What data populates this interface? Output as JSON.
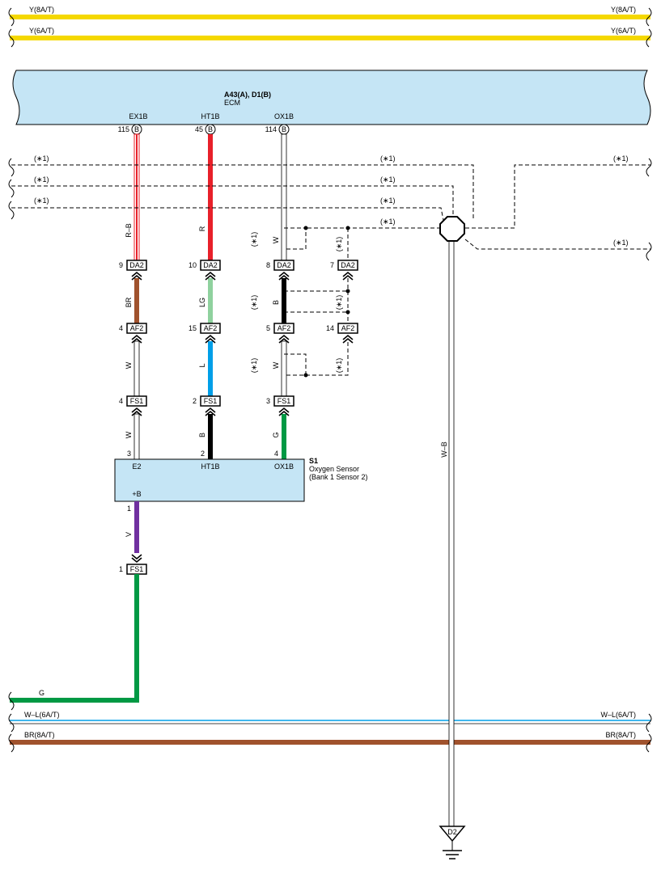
{
  "colors": {
    "yellow": "#f5d800",
    "red": "#e8202a",
    "green": "#009944",
    "blue_light": "#009fe8",
    "light_green": "#8fd19e",
    "brown": "#a0522d",
    "violet": "#7030a0",
    "component_fill": "#c5e5f5",
    "white_wire_line": "#000000",
    "black": "#000000"
  },
  "wires_top": [
    {
      "left_label": "Y(8A/T)",
      "right_label": "Y(8A/T)",
      "color": "yellow"
    },
    {
      "left_label": "Y(6A/T)",
      "right_label": "Y(6A/T)",
      "color": "yellow"
    }
  ],
  "wires_bottom": [
    {
      "left_label": "G",
      "color": "green"
    },
    {
      "left_label": "W–L(6A/T)",
      "right_label": "W–L(6A/T)",
      "color": "blue_white"
    },
    {
      "left_label": "BR(8A/T)",
      "right_label": "BR(8A/T)",
      "color": "brown"
    }
  ],
  "ecm": {
    "code": "A43(A), D1(B)",
    "name": "ECM",
    "pins": [
      {
        "signal": "EX1B",
        "number": "115",
        "conn": "B"
      },
      {
        "signal": "HT1B",
        "number": "45",
        "conn": "B"
      },
      {
        "signal": "OX1B",
        "number": "114",
        "conn": "B"
      }
    ]
  },
  "note": "(∗1)",
  "wire_colors": {
    "col1": [
      "R–B",
      "BR",
      "W",
      "W",
      "V"
    ],
    "col2": [
      "R",
      "LG",
      "L",
      "B"
    ],
    "col3": [
      "W",
      "B",
      "W",
      "G"
    ],
    "ground": "W–B"
  },
  "connectors": {
    "da2": [
      {
        "pin": "9",
        "name": "DA2"
      },
      {
        "pin": "10",
        "name": "DA2"
      },
      {
        "pin": "8",
        "name": "DA2"
      },
      {
        "pin": "7",
        "name": "DA2"
      }
    ],
    "af2": [
      {
        "pin": "4",
        "name": "AF2"
      },
      {
        "pin": "15",
        "name": "AF2"
      },
      {
        "pin": "5",
        "name": "AF2"
      },
      {
        "pin": "14",
        "name": "AF2"
      }
    ],
    "fs1": [
      {
        "pin": "4",
        "name": "FS1"
      },
      {
        "pin": "2",
        "name": "FS1"
      },
      {
        "pin": "3",
        "name": "FS1"
      }
    ],
    "fs1_bottom": {
      "pin": "1",
      "name": "FS1"
    }
  },
  "sensor": {
    "code": "S1",
    "name": "Oxygen Sensor",
    "sub": "(Bank 1 Sensor 2)",
    "pins": [
      {
        "label": "E2",
        "number": "3"
      },
      {
        "label": "HT1B",
        "number": "2"
      },
      {
        "label": "OX1B",
        "number": "4"
      }
    ],
    "plus_b": {
      "label": "+B",
      "number": "1"
    }
  },
  "ground": {
    "label": "D2"
  }
}
